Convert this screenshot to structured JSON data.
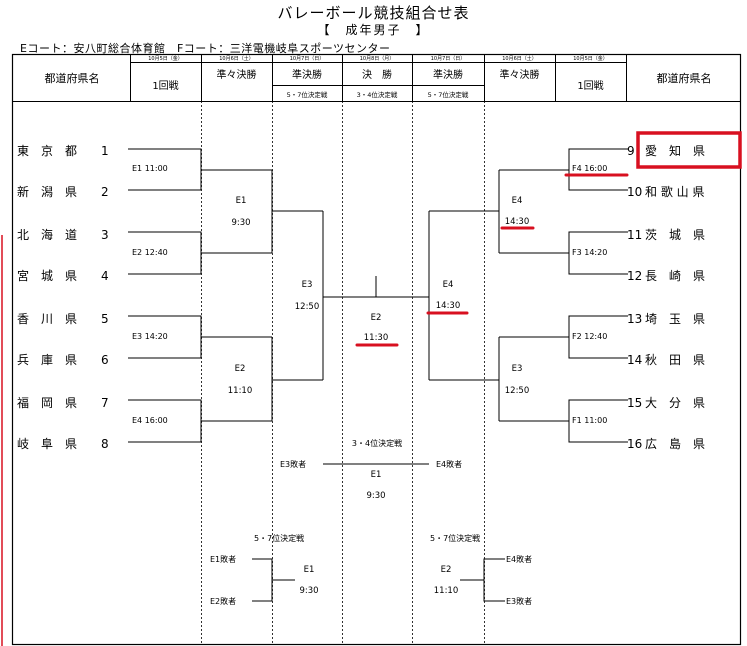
{
  "title": "バレーボール競技組合せ表",
  "subtitle": "【　成年男子　】",
  "courts": "Eコート：安八町総合体育館　Fコート：三洋電機岐阜スポーツセンター",
  "header": {
    "pref_label": "都道府県名",
    "columns": [
      {
        "date": "10月5日（金）",
        "label": "1回戦",
        "sub": ""
      },
      {
        "date": "10月6日（土）",
        "label": "準々決勝",
        "sub": ""
      },
      {
        "date": "10月7日（日）",
        "label": "準決勝",
        "sub": "5・7位決定戦"
      },
      {
        "date": "10月8日（月）",
        "label": "決　勝",
        "sub": "3・4位決定戦"
      },
      {
        "date": "10月7日（日）",
        "label": "準決勝",
        "sub": "5・7位決定戦"
      },
      {
        "date": "10月6日（土）",
        "label": "準々決勝",
        "sub": ""
      },
      {
        "date": "10月5日（金）",
        "label": "1回戦",
        "sub": ""
      }
    ],
    "pref_label_right": "都道府県名"
  },
  "left_teams": [
    {
      "name": "東　京　都",
      "seed": "1"
    },
    {
      "name": "新　潟　県",
      "seed": "2"
    },
    {
      "name": "北　海　道",
      "seed": "3"
    },
    {
      "name": "宮　城　県",
      "seed": "4"
    },
    {
      "name": "香　川　県",
      "seed": "5"
    },
    {
      "name": "兵　庫　県",
      "seed": "6"
    },
    {
      "name": "福　岡　県",
      "seed": "7"
    },
    {
      "name": "岐　阜　県",
      "seed": "8"
    }
  ],
  "right_teams": [
    {
      "seed": "9",
      "name": "愛　知　県"
    },
    {
      "seed": "10",
      "name": "和 歌 山 県"
    },
    {
      "seed": "11",
      "name": "茨　城　県"
    },
    {
      "seed": "12",
      "name": "長　崎　県"
    },
    {
      "seed": "13",
      "name": "埼　玉　県"
    },
    {
      "seed": "14",
      "name": "秋　田　県"
    },
    {
      "seed": "15",
      "name": "大　分　県"
    },
    {
      "seed": "16",
      "name": "広　島　県"
    }
  ],
  "matches": {
    "l_r1_a": "E1 11:00",
    "l_r1_b": "E2 12:40",
    "l_r1_c": "E3 14:20",
    "l_r1_d": "E4 16:00",
    "l_qf_a_court": "E1",
    "l_qf_a_time": "9:30",
    "l_qf_b_court": "E2",
    "l_qf_b_time": "11:10",
    "l_sf_court": "E3",
    "l_sf_time": "12:50",
    "final_court": "E2",
    "final_time": "11:30",
    "r_sf_court": "E4",
    "r_sf_time": "14:30",
    "r_qf_a_court": "E4",
    "r_qf_a_time": "14:30",
    "r_qf_b_court": "E3",
    "r_qf_b_time": "12:50",
    "r_r1_a": "F4 16:00",
    "r_r1_b": "F3 14:20",
    "r_r1_c": "F2 12:40",
    "r_r1_d": "F1 11:00"
  },
  "third_place": {
    "label": "3・4位決定戦",
    "left": "E3敗者",
    "right": "E4敗者",
    "court": "E1",
    "time": "9:30"
  },
  "fifth_left": {
    "label": "5・7位決定戦",
    "top": "E1敗者",
    "bottom": "E2敗者",
    "court": "E1",
    "time": "9:30"
  },
  "fifth_right": {
    "label": "5・7位決定戦",
    "top": "E4敗者",
    "bottom": "E3敗者",
    "court": "E2",
    "time": "11:10"
  },
  "colors": {
    "annotation": "#d81020",
    "line": "#000000"
  }
}
